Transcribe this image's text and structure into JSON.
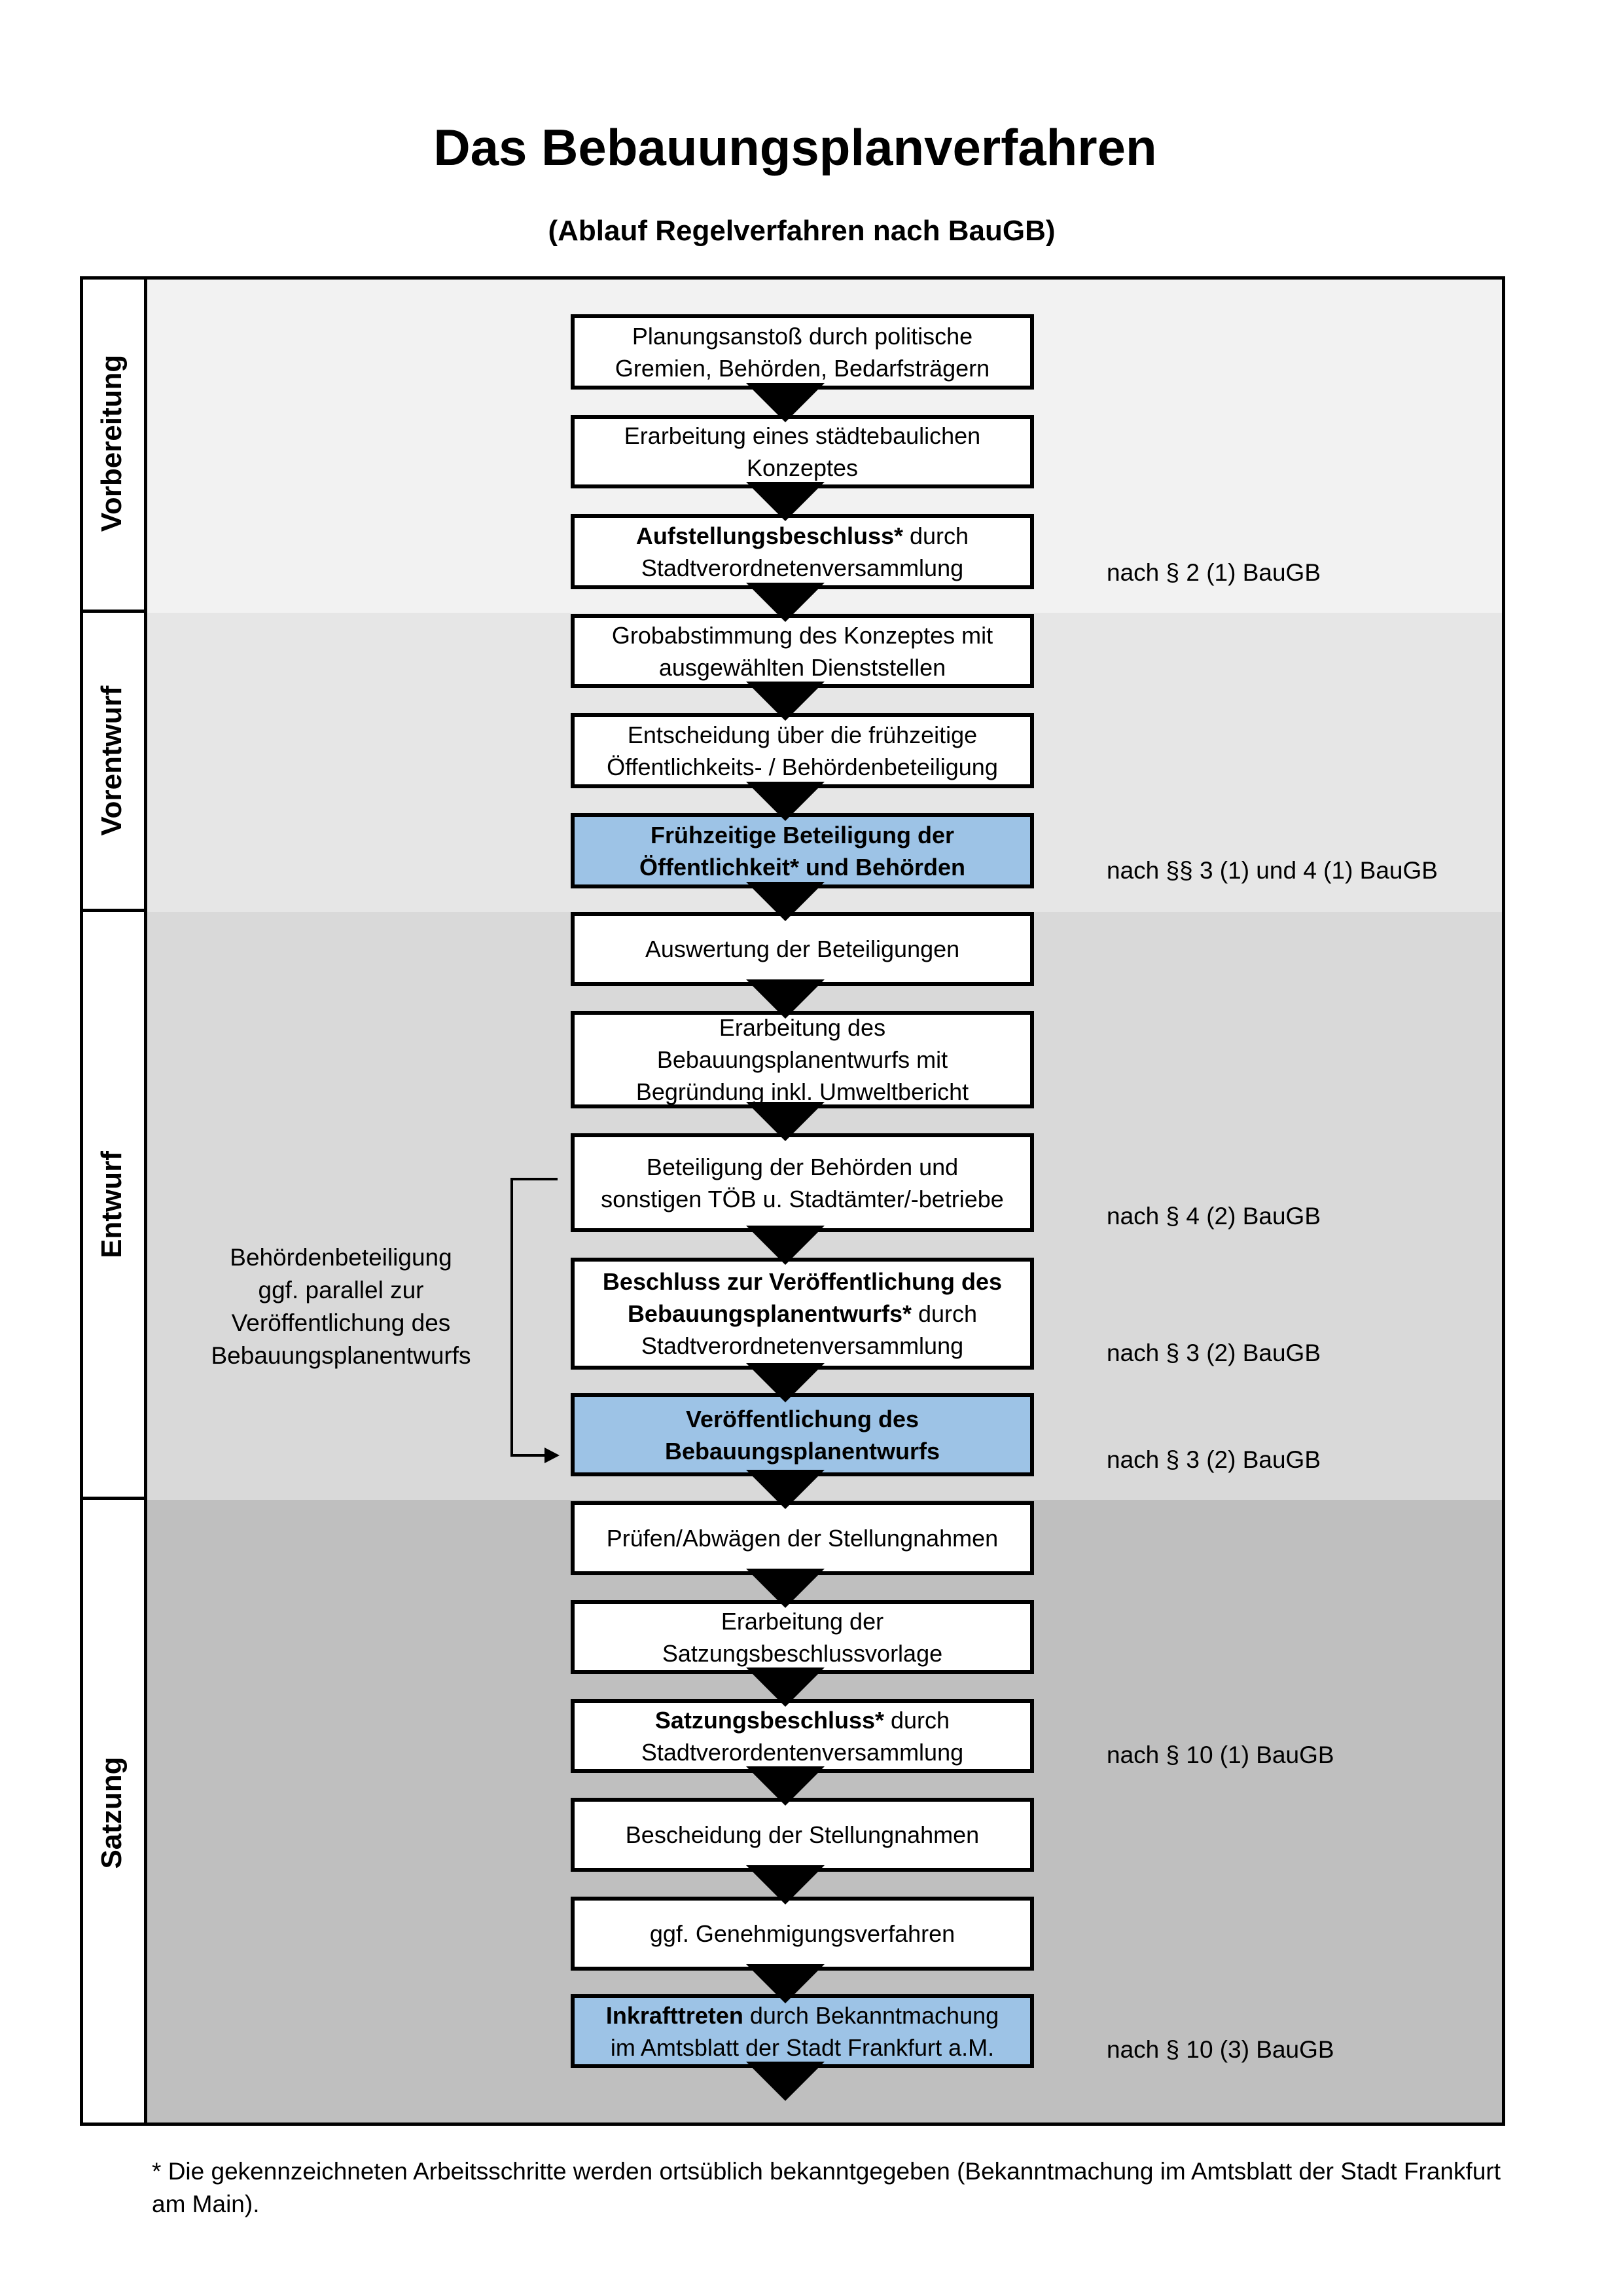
{
  "title": "Das Bebauungsplanverfahren",
  "subtitle": "(Ablauf Regelverfahren nach BauGB)",
  "colors": {
    "box_highlight": "#9dc3e6",
    "box_default": "#ffffff"
  },
  "phases": [
    {
      "label": "Vorbereitung",
      "bg": "#f2f2f2"
    },
    {
      "label": "Vorentwurf",
      "bg": "#e6e6e6"
    },
    {
      "label": "Entwurf",
      "bg": "#d9d9d9"
    },
    {
      "label": "Satzung",
      "bg": "#bfbfbf"
    }
  ],
  "steps": [
    {
      "highlight": false,
      "lines": [
        [
          {
            "text": "Planungsanstoß durch politische"
          }
        ],
        [
          {
            "text": "Gremien, Behörden, Bedarfsträgern"
          }
        ]
      ]
    },
    {
      "highlight": false,
      "lines": [
        [
          {
            "text": "Erarbeitung eines städtebaulichen"
          }
        ],
        [
          {
            "text": "Konzeptes"
          }
        ]
      ]
    },
    {
      "highlight": false,
      "lines": [
        [
          {
            "text": "Aufstellungsbeschluss*",
            "bold": true
          },
          {
            "text": " durch"
          }
        ],
        [
          {
            "text": "Stadtverordnetenversammlung"
          }
        ]
      ]
    },
    {
      "highlight": false,
      "lines": [
        [
          {
            "text": "Grobabstimmung des Konzeptes mit"
          }
        ],
        [
          {
            "text": "ausgewählten Dienststellen"
          }
        ]
      ]
    },
    {
      "highlight": false,
      "lines": [
        [
          {
            "text": "Entscheidung über die frühzeitige"
          }
        ],
        [
          {
            "text": "Öffentlichkeits- / Behördenbeteiligung"
          }
        ]
      ]
    },
    {
      "highlight": true,
      "lines": [
        [
          {
            "text": "Frühzeitige Beteiligung der",
            "bold": true
          }
        ],
        [
          {
            "text": "Öffentlichkeit* und Behörden",
            "bold": true
          }
        ]
      ]
    },
    {
      "highlight": false,
      "lines": [
        [
          {
            "text": "Auswertung der Beteiligungen"
          }
        ]
      ]
    },
    {
      "highlight": false,
      "lines": [
        [
          {
            "text": "Erarbeitung des"
          }
        ],
        [
          {
            "text": "Bebauungsplanentwurfs mit"
          }
        ],
        [
          {
            "text": "Begründung inkl. Umweltbericht"
          }
        ]
      ]
    },
    {
      "highlight": false,
      "lines": [
        [
          {
            "text": "Beteiligung der Behörden und"
          }
        ],
        [
          {
            "text": "sonstigen TÖB u. Stadtämter/-betriebe"
          }
        ]
      ]
    },
    {
      "highlight": false,
      "lines": [
        [
          {
            "text": "Beschluss zur Veröffentlichung des",
            "bold": true
          }
        ],
        [
          {
            "text": "Bebauungsplanentwurfs*",
            "bold": true
          },
          {
            "text": " durch"
          }
        ],
        [
          {
            "text": "Stadtverordnetenversammlung"
          }
        ]
      ]
    },
    {
      "highlight": true,
      "lines": [
        [
          {
            "text": "Veröffentlichung des",
            "bold": true
          }
        ],
        [
          {
            "text": "Bebauungsplanentwurfs",
            "bold": true
          }
        ]
      ]
    },
    {
      "highlight": false,
      "lines": [
        [
          {
            "text": "Prüfen/Abwägen der Stellungnahmen"
          }
        ]
      ]
    },
    {
      "highlight": false,
      "lines": [
        [
          {
            "text": "Erarbeitung der"
          }
        ],
        [
          {
            "text": "Satzungsbeschlussvorlage"
          }
        ]
      ]
    },
    {
      "highlight": false,
      "lines": [
        [
          {
            "text": "Satzungsbeschluss*",
            "bold": true
          },
          {
            "text": " durch"
          }
        ],
        [
          {
            "text": "Stadtverordentenversammlung"
          }
        ]
      ]
    },
    {
      "highlight": false,
      "lines": [
        [
          {
            "text": "Bescheidung der Stellungnahmen"
          }
        ]
      ]
    },
    {
      "highlight": false,
      "lines": [
        [
          {
            "text": "ggf. Genehmigungsverfahren"
          }
        ]
      ]
    },
    {
      "highlight": true,
      "lines": [
        [
          {
            "text": "Inkrafttreten",
            "bold": true
          },
          {
            "text": " durch Bekanntmachung"
          }
        ],
        [
          {
            "text": "im Amtsblatt der Stadt Frankfurt a.M."
          }
        ]
      ]
    }
  ],
  "notes": [
    "nach § 2 (1) BauGB",
    "nach §§ 3 (1) und 4 (1) BauGB",
    "nach § 4 (2) BauGB",
    "nach § 3 (2) BauGB",
    "nach § 3 (2) BauGB",
    "nach § 10 (1) BauGB",
    "nach § 10 (3) BauGB"
  ],
  "side_note": [
    "Behördenbeteiligung",
    "ggf. parallel zur",
    "Veröffentlichung des",
    "Bebauungsplanentwurfs"
  ],
  "footnote": "* Die gekennzeichneten Arbeitsschritte werden ortsüblich bekanntgegeben (Bekanntmachung im Amtsblatt  der Stadt Frankfurt am Main)."
}
